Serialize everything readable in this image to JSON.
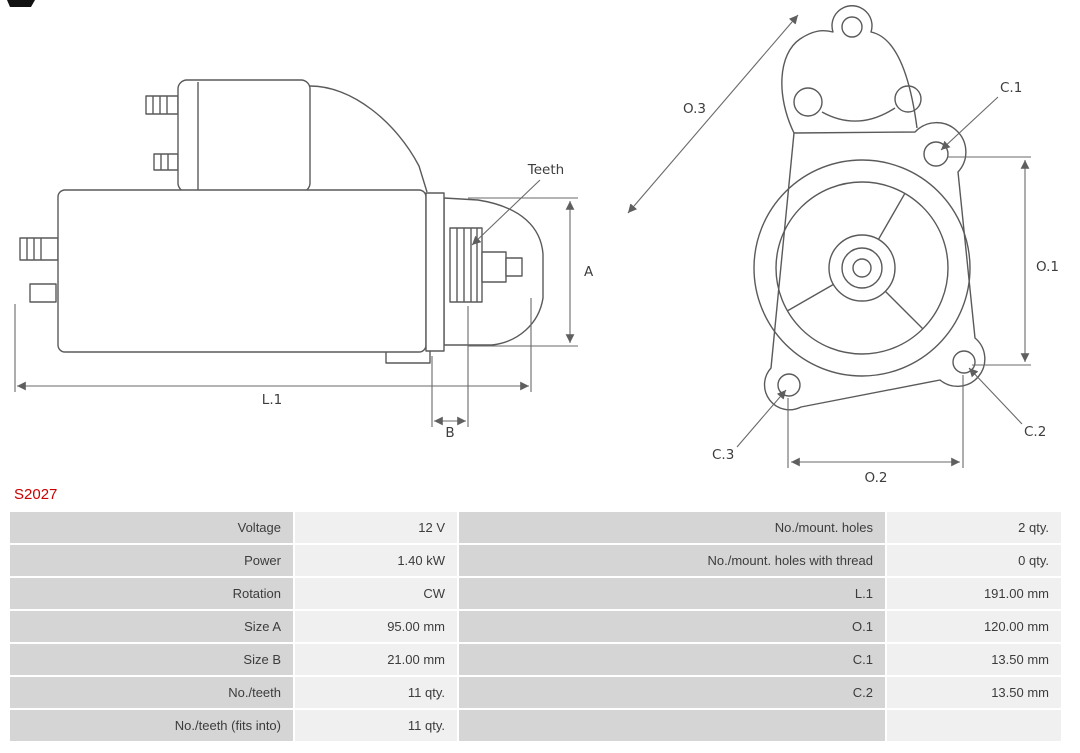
{
  "part_number": "S2027",
  "colors": {
    "part_number": "#cc0000",
    "table_label_bg": "#d5d5d5",
    "table_value_bg": "#f0f0f0",
    "drawing_stroke": "#5a5a5a"
  },
  "drawings": {
    "side_view": {
      "teeth_label": "Teeth",
      "dim_a": "A",
      "dim_b": "B",
      "dim_l1": "L.1"
    },
    "front_view": {
      "dim_o1": "O.1",
      "dim_o2": "O.2",
      "dim_o3": "O.3",
      "dim_c1": "C.1",
      "dim_c2": "C.2",
      "dim_c3": "C.3"
    }
  },
  "spec_table": {
    "rows": [
      {
        "left_label": "Voltage",
        "left_value": "12 V",
        "right_label": "No./mount. holes",
        "right_value": "2 qty."
      },
      {
        "left_label": "Power",
        "left_value": "1.40 kW",
        "right_label": "No./mount. holes with thread",
        "right_value": "0 qty."
      },
      {
        "left_label": "Rotation",
        "left_value": "CW",
        "right_label": "L.1",
        "right_value": "191.00 mm"
      },
      {
        "left_label": "Size A",
        "left_value": "95.00 mm",
        "right_label": "O.1",
        "right_value": "120.00 mm"
      },
      {
        "left_label": "Size B",
        "left_value": "21.00 mm",
        "right_label": "C.1",
        "right_value": "13.50 mm"
      },
      {
        "left_label": "No./teeth",
        "left_value": "11 qty.",
        "right_label": "C.2",
        "right_value": "13.50 mm"
      },
      {
        "left_label": "No./teeth (fits into)",
        "left_value": "11 qty.",
        "right_label": "",
        "right_value": ""
      }
    ]
  }
}
